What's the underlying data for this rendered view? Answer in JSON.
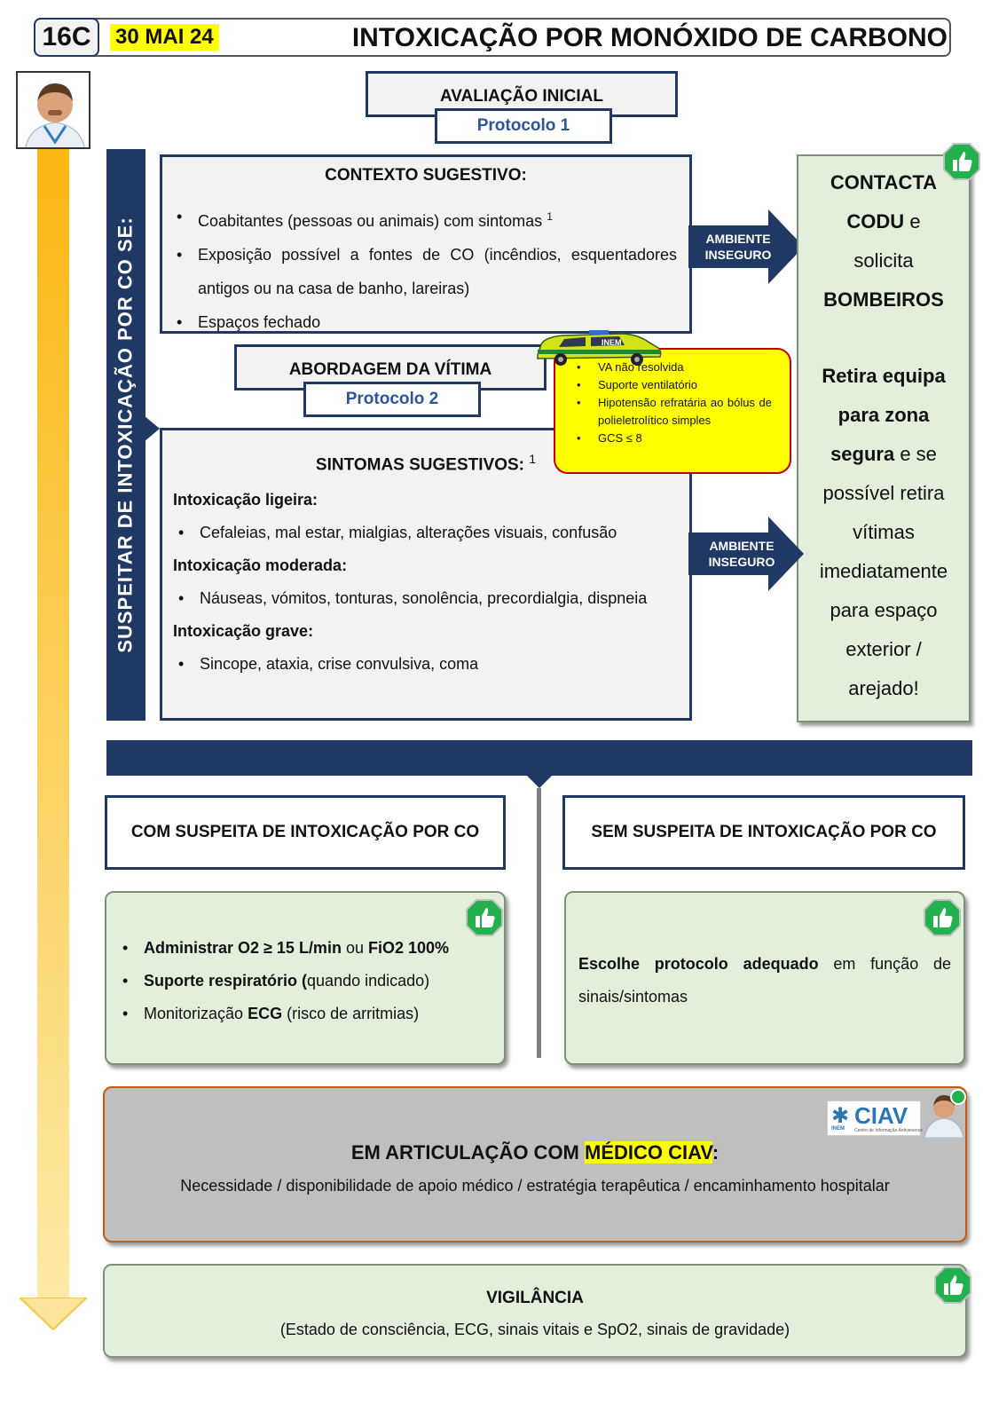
{
  "header": {
    "code": "16C",
    "date": "30 MAI 24",
    "title": "INTOXICAÇÃO POR MONÓXIDO DE CARBONO"
  },
  "colors": {
    "navy": "#1f3864",
    "yellow": "#ffff00",
    "green_bg": "#e2efda",
    "orange_bar": "#fbb713",
    "red_border": "#c00000"
  },
  "vertical_banner": "SUSPEITAR DE INTOXICAÇÃO POR CO SE:",
  "initial_assessment": {
    "title": "AVALIAÇÃO INICIAL",
    "protocol": "Protocolo 1"
  },
  "context": {
    "title": "CONTEXTO SUGESTIVO:",
    "items": [
      {
        "text": "Coabitantes (pessoas ou animais) com sintomas",
        "note": "1"
      },
      {
        "text": "Exposição possível a fontes de CO (incêndios, esquentadores antigos ou na casa de banho, lareiras)"
      },
      {
        "text": "Espaços fechado"
      }
    ]
  },
  "arrow_unsafe_1": {
    "line1": "AMBIENTE",
    "line2": "INSEGURO"
  },
  "arrow_unsafe_2": {
    "line1": "AMBIENTE",
    "line2": "INSEGURO"
  },
  "victim": {
    "title": "ABORDAGEM DA VÍTIMA",
    "protocol": "Protocolo 2"
  },
  "vehicle_icon": "ambulance-icon",
  "vehicle_label": "INEM",
  "criteria": [
    "VA não resolvida",
    "Suporte ventilatório",
    "Hipotensão refratária ao bólus de polieletrolítico simples",
    "GCS ≤ 8"
  ],
  "symptoms": {
    "title": "SINTOMAS SUGESTIVOS:",
    "note": "1",
    "groups": [
      {
        "label": "Intoxicação ligeira:",
        "items": [
          "Cefaleias, mal estar, mialgias, alterações visuais, confusão"
        ]
      },
      {
        "label": "Intoxicação moderada:",
        "items": [
          "Náuseas, vómitos, tonturas, sonolência, precordialgia, dispneia"
        ]
      },
      {
        "label": "Intoxicação grave:",
        "items": [
          "Sincope, ataxia, crise convulsiva, coma"
        ]
      }
    ]
  },
  "contact_panel": {
    "l1": "CONTACTA",
    "l2a": "CODU",
    "l2b": " e",
    "l3": "solicita",
    "l4": "BOMBEIROS",
    "l5": "Retira equipa",
    "l6": "para zona",
    "l7a": "segura",
    "l7b": " e se",
    "l8": "possível retira",
    "l9": "vítimas",
    "l10": "imediatamente",
    "l11": "para espaço",
    "l12": "exterior /",
    "l13": "arejado!"
  },
  "branch_left": {
    "title": "COM SUSPEITA DE INTOXICAÇÃO POR CO"
  },
  "branch_right": {
    "title": "SEM SUSPEITA DE INTOXICAÇÃO POR CO"
  },
  "with_co": {
    "i1a": "Administrar O2 ≥ 15 L/min",
    "i1b": " ou ",
    "i1c": "FiO2 100%",
    "i2a": "Suporte respiratório (",
    "i2b": "quando indicado)",
    "i3a": "Monitorização ",
    "i3b": "ECG",
    "i3c": " (risco de arritmias)"
  },
  "without_co": {
    "bold": "Escolhe protocolo adequado",
    "rest": " em função de sinais/sintomas"
  },
  "ciav": {
    "title_a": "EM ARTICULAÇÃO COM ",
    "title_b": "MÉDICO CIAV",
    "title_c": ":",
    "text": "Necessidade / disponibilidade de apoio médico / estratégia terapêutica / encaminhamento hospitalar",
    "logo_text": "CIAV",
    "logo_small": "INEM",
    "logo_sub": "Centro de Informação Antivenenos"
  },
  "vigilance": {
    "title": "VIGILÂNCIA",
    "text": "(Estado de consciência, ECG, sinais vitais e SpO2, sinais de gravidade)"
  },
  "icons": {
    "thumbs": "thumbs-up-icon",
    "avatar": "doctor-avatar-icon"
  }
}
